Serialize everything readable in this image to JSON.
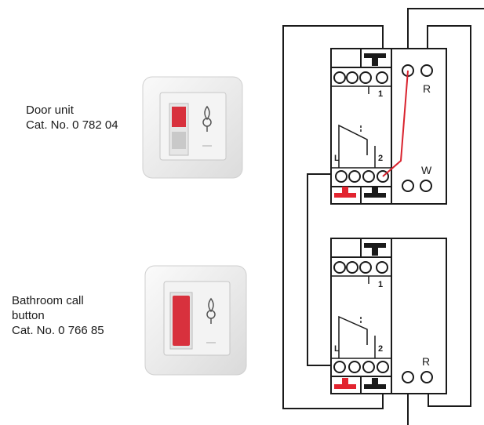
{
  "door_unit": {
    "lines": [
      "Door unit",
      "Cat. No. 0 782 04"
    ]
  },
  "bathroom_button": {
    "lines": [
      "Bathroom call",
      "button",
      "Cat. No. 0 766 85"
    ]
  },
  "terminals": {
    "module1_right_top": "R",
    "module1_right_bottom": "W",
    "module2_right": "R",
    "t1": "1",
    "t2": "2",
    "tL": "L"
  },
  "colors": {
    "wire": "#1a1a1a",
    "live_wire": "#d9232e",
    "red_accent": "#e2242f",
    "device_frame": "#f0f0f0",
    "red_button": "#d8313d"
  }
}
